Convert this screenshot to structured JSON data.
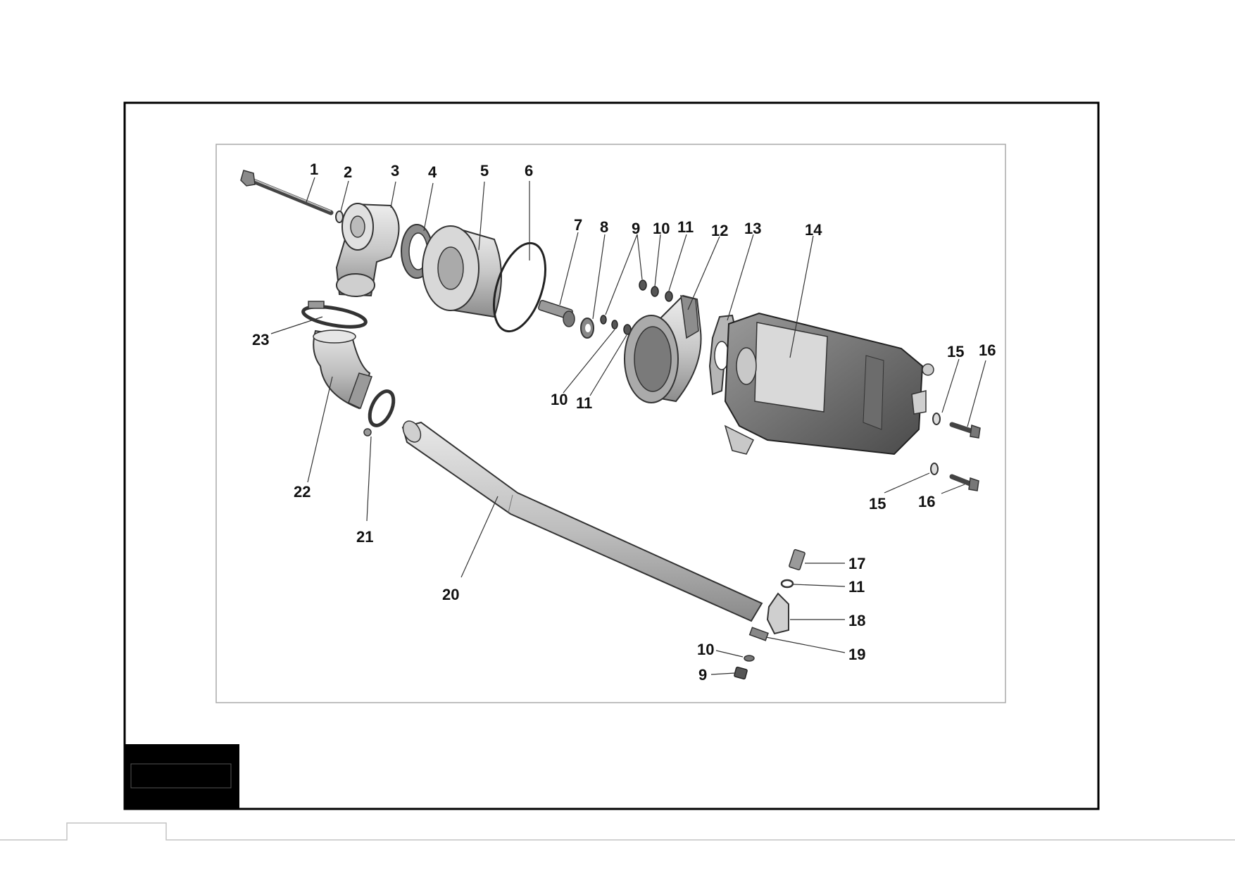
{
  "diagram": {
    "callouts": [
      {
        "id": "c1",
        "text": "1"
      },
      {
        "id": "c2",
        "text": "2"
      },
      {
        "id": "c3",
        "text": "3"
      },
      {
        "id": "c4",
        "text": "4"
      },
      {
        "id": "c5",
        "text": "5"
      },
      {
        "id": "c6",
        "text": "6"
      },
      {
        "id": "c7",
        "text": "7"
      },
      {
        "id": "c8",
        "text": "8"
      },
      {
        "id": "c9a",
        "text": "9"
      },
      {
        "id": "c10a",
        "text": "10"
      },
      {
        "id": "c11a",
        "text": "11"
      },
      {
        "id": "c12",
        "text": "12"
      },
      {
        "id": "c13",
        "text": "13"
      },
      {
        "id": "c14",
        "text": "14"
      },
      {
        "id": "c15a",
        "text": "15"
      },
      {
        "id": "c16a",
        "text": "16"
      },
      {
        "id": "c10b",
        "text": "10"
      },
      {
        "id": "c11b",
        "text": "11"
      },
      {
        "id": "c23",
        "text": "23"
      },
      {
        "id": "c22",
        "text": "22"
      },
      {
        "id": "c21",
        "text": "21"
      },
      {
        "id": "c20",
        "text": "20"
      },
      {
        "id": "c15b",
        "text": "15"
      },
      {
        "id": "c16b",
        "text": "16"
      },
      {
        "id": "c17",
        "text": "17"
      },
      {
        "id": "c11c",
        "text": "11"
      },
      {
        "id": "c18",
        "text": "18"
      },
      {
        "id": "c19",
        "text": "19"
      },
      {
        "id": "c10c",
        "text": "10"
      },
      {
        "id": "c9b",
        "text": "9"
      }
    ]
  }
}
